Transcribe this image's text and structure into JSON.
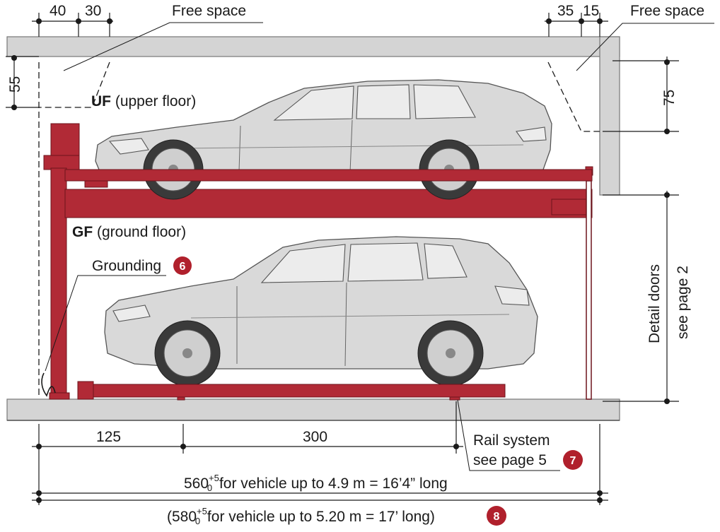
{
  "labels": {
    "free_space_left": "Free space",
    "free_space_right": "Free space",
    "uf_bold": "UF",
    "uf_rest": " (upper floor)",
    "gf_bold": "GF",
    "gf_rest": " (ground floor)",
    "grounding": "Grounding",
    "detail_doors_1": "Detail doors",
    "detail_doors_2": "see page 2",
    "rail_1": "Rail system",
    "rail_2": "see page 5"
  },
  "badges": {
    "grounding": "6",
    "rail": "7",
    "long": "8"
  },
  "dimensions": {
    "top_left_a": "40",
    "top_left_b": "30",
    "top_right_a": "35",
    "top_right_b": "15",
    "left_height": "55",
    "right_height": "75",
    "bottom_a": "125",
    "bottom_b": "300",
    "total_main": "560",
    "total_main_sup": "+5",
    "total_main_sub": "0",
    "total_main_text": " for vehicle up to 4.9 m = 16’4” long",
    "total_alt_open": "(580",
    "total_alt_sup": "+5",
    "total_alt_sub": "0",
    "total_alt_text": " for vehicle up to 5.20 m = 17’ long)"
  },
  "colors": {
    "accent_red": "#b12a36",
    "wall_gray": "#d4d4d4",
    "badge_red": "#b0202c"
  }
}
